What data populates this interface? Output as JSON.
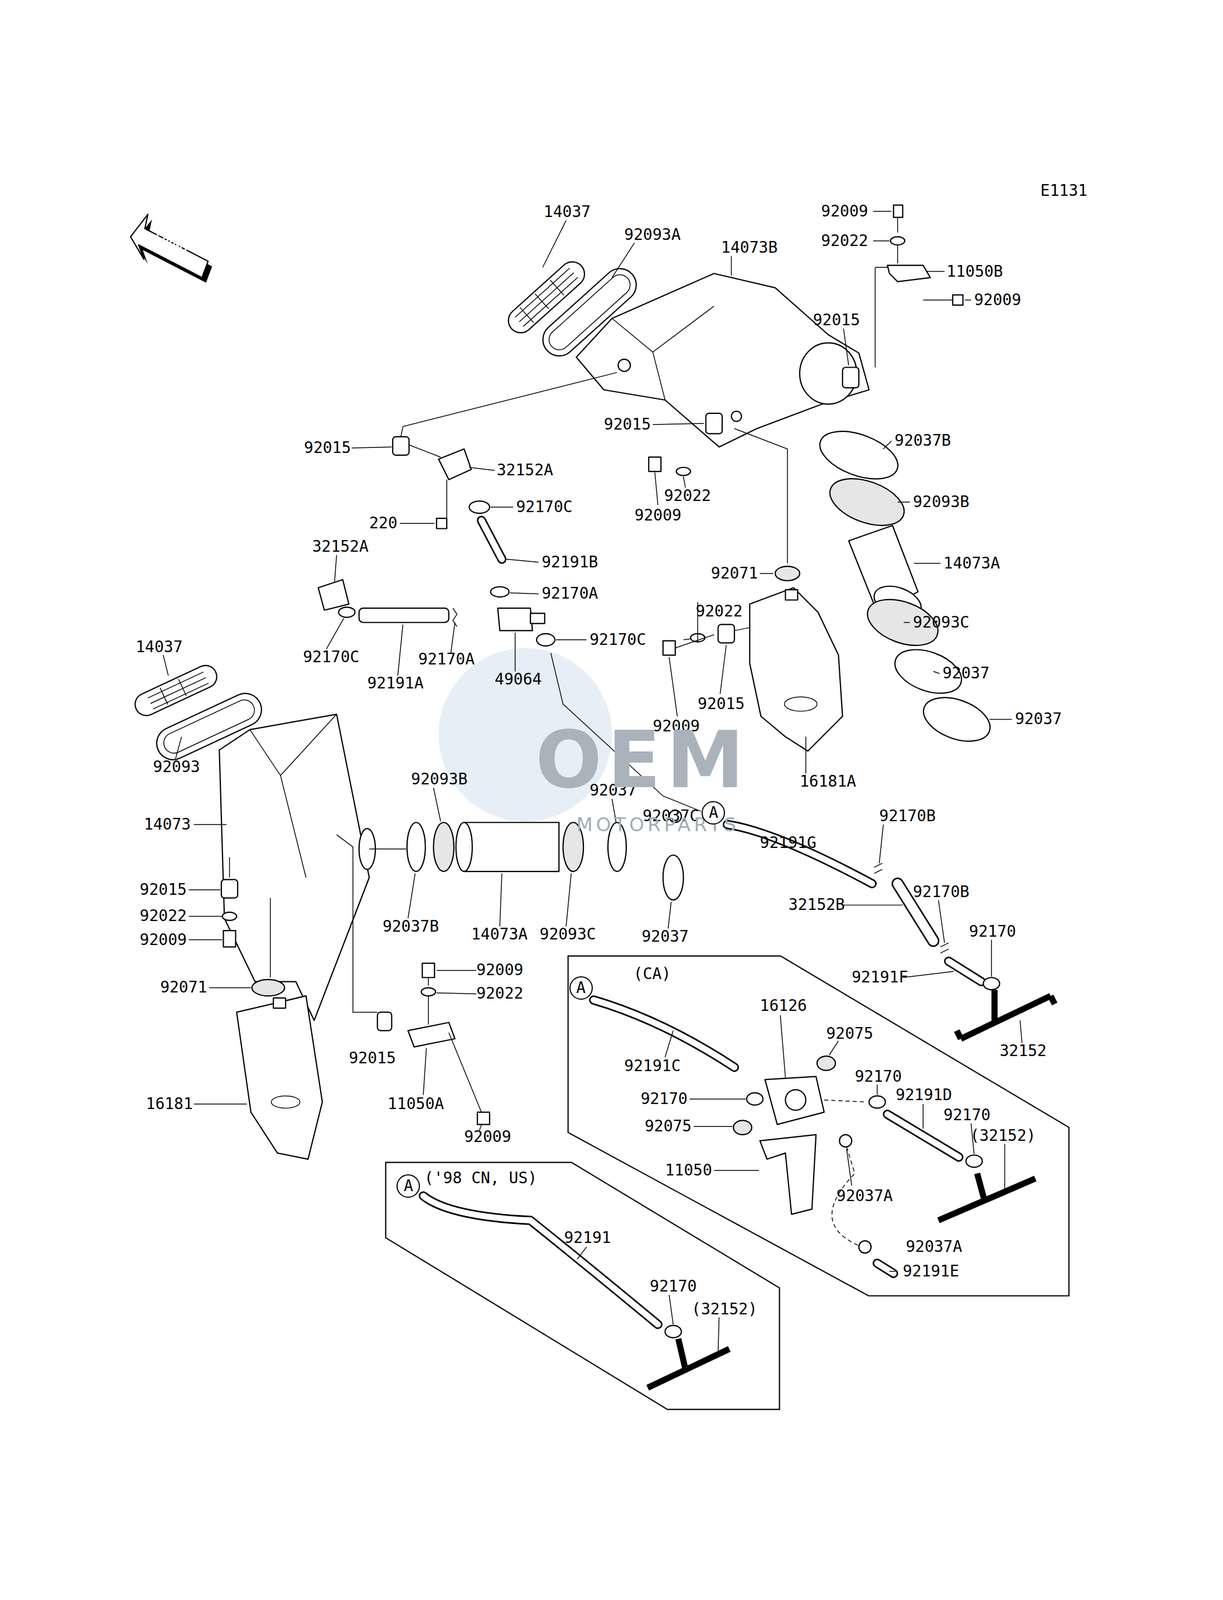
{
  "diagram": {
    "nodes": [
      {
        "text": [
          "A"
        ]
      },
      {
        "text": [
          "(CA)"
        ]
      },
      {
        "text": [
          "A"
        ],
        "in": 1
      },
      {
        "text": [
          "('98 CN, US)"
        ]
      },
      {
        "text": [
          "A"
        ],
        "in": 3
      }
    ],
    "labels": [
      "E1131",
      "FRONT",
      "14037",
      "92093A",
      "14073B",
      "92009",
      "92022",
      "11050B",
      "92009",
      "92015",
      "92015",
      "32152A",
      "92015",
      "92037B",
      "92022",
      "92009",
      "92093B",
      "220",
      "92170C",
      "92191B",
      "32152A",
      "92071",
      "14073A",
      "92170A",
      "92022",
      "92170C",
      "92093C",
      "92170C",
      "92191A",
      "92170A",
      "49064",
      "14037",
      "92015",
      "92009",
      "92037",
      "92037",
      "92093",
      "92093B",
      "92037",
      "16181A",
      "92037C",
      "14073",
      "92170B",
      "92191G",
      "92170B",
      "32152B",
      "92015",
      "92022",
      "92009",
      "92037B",
      "14073A",
      "92093C",
      "92037",
      "92170",
      "92191F",
      "92009",
      "92022",
      "92071",
      "32152",
      "16181",
      "92015",
      "11050A",
      "92009",
      "16126",
      "92075",
      "92191C",
      "92170",
      "92170",
      "92191D",
      "92170",
      "(32152)",
      "92075",
      "11050",
      "92037A",
      "92037A",
      "92191E",
      "92191",
      "92170",
      "(32152)",
      "OEM",
      "MOTORPARTS"
    ]
  }
}
